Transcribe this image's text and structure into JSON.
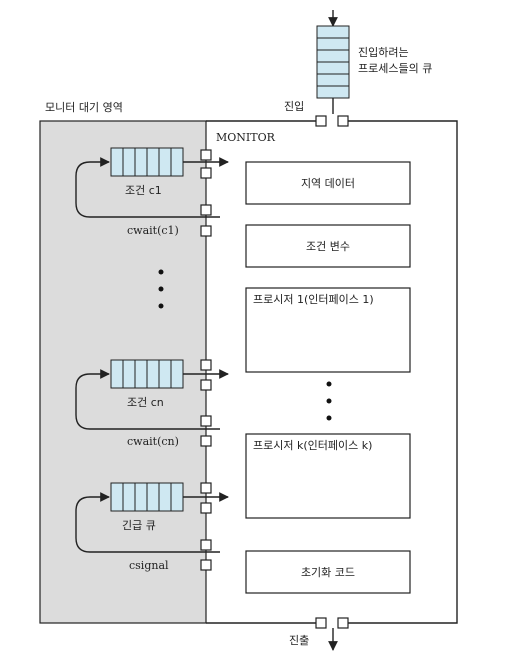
{
  "entry_queue_label_line1": "진입하려는",
  "entry_queue_label_line2": "프로세스들의 큐",
  "entry_label": "진입",
  "wait_area_label": "모니터 대기 영역",
  "monitor_label": "MONITOR",
  "queues": [
    {
      "name": "조건 c1",
      "sublabel": "cwait(c1)"
    },
    {
      "name": "조건 cn",
      "sublabel": "cwait(cn)"
    },
    {
      "name": "긴급 큐",
      "sublabel": "csignal"
    }
  ],
  "boxes": {
    "local_data": "지역 데이터",
    "condition_vars": "조건 변수",
    "procedure_1": "프로시저 1(인터페이스 1)",
    "procedure_k": "프로시저 k(인터페이스 k)",
    "init_code": "초기화 코드"
  },
  "exit_label": "진출",
  "colors": {
    "wait_area": "#dcdcdc",
    "queue_cell": "#cfe8f2",
    "line": "#222222"
  }
}
